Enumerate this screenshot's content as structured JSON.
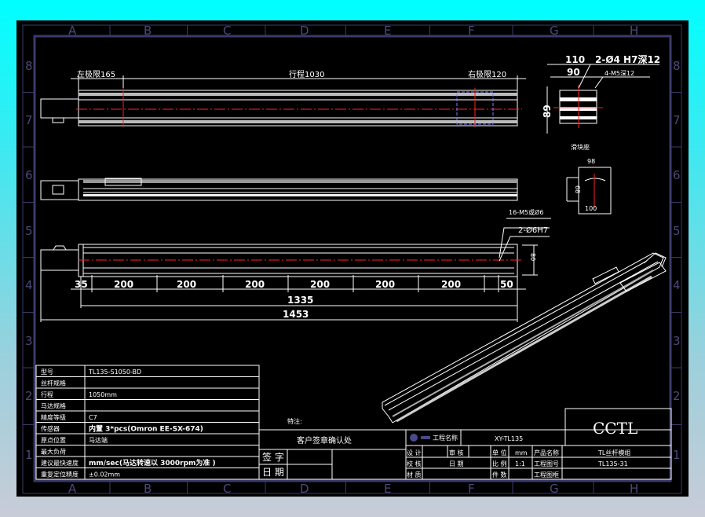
{
  "zones": {
    "columns": [
      "A",
      "B",
      "C",
      "D",
      "E",
      "F",
      "G",
      "H"
    ],
    "rows": [
      "8",
      "7",
      "6",
      "5",
      "4",
      "3",
      "2",
      "1"
    ]
  },
  "top_view": {
    "left_limit": "左极限165",
    "stroke": "行程1030",
    "right_limit": "右极限120"
  },
  "side_detail": {
    "width_110": "110",
    "width_90": "90",
    "height_89": "89",
    "hole_note": "2-Ø4 H7深12",
    "thread_note": "4-M5深12",
    "slider_label": "滑块座",
    "w98": "98",
    "h68": "68",
    "w100": "100"
  },
  "bottom_view": {
    "hole_note": "16-M5或Ø6",
    "pin_note": "2-Ø6H7",
    "height_80": "80",
    "pitch_dims": [
      "35",
      "200",
      "200",
      "200",
      "200",
      "200",
      "200",
      "50"
    ],
    "total_1335": "1335",
    "total_1453": "1453"
  },
  "spec_table": [
    {
      "label": "型号",
      "value": "TL135-S1050-BD"
    },
    {
      "label": "丝杆规格",
      "value": ""
    },
    {
      "label": "行程",
      "value": "1050mm"
    },
    {
      "label": "马达规格",
      "value": ""
    },
    {
      "label": "精度等级",
      "value": "C7"
    },
    {
      "label": "传感器",
      "value": "内置 3*pcs(Omron EE-SX-674)"
    },
    {
      "label": "原点位置",
      "value": "马达端"
    },
    {
      "label": "最大负荷",
      "value": ""
    },
    {
      "label": "建议最快速度",
      "value": "mm/sec(马达转速以 3000rpm为准 )"
    },
    {
      "label": "重复定位精度",
      "value": "±0.02mm"
    }
  ],
  "customer": {
    "note": "特注:",
    "title": "客户签章确认处",
    "sign": "签 字",
    "date": "日 期"
  },
  "title_block": {
    "logo": "CCTL",
    "project_name_label": "工程名称",
    "project_name": "XY-TL135",
    "design": "设 计",
    "check": "校 核",
    "material": "材 质",
    "review": "审 核",
    "approve": "日 期",
    "unit_label": "单 位",
    "unit": "mm",
    "scale_label": "比 例",
    "scale": "1:1",
    "qty_label": "件 数",
    "product_name_label": "产品名称",
    "product_name": "TL丝杆模组",
    "drawing_no_label": "工程图号",
    "drawing_no": "TL135-31",
    "drawing_size_label": "工程图框"
  },
  "colors": {
    "frame": "#3a3a6a",
    "center_line": "#ff2020",
    "carriage_dash": "#8080ff"
  }
}
